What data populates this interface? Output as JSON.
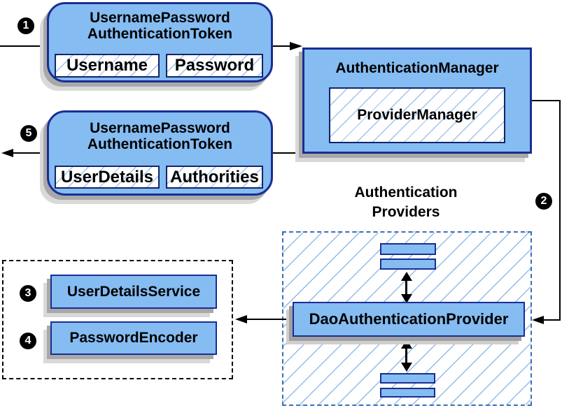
{
  "colors": {
    "node_fill": "#85bcf2",
    "node_border": "#1a2d93",
    "inner_box_border": "#14246b",
    "hatch_line": "#8cb9eb",
    "providers_region_border": "#3c6fb4",
    "services_region_border": "#000000",
    "connector": "#000000",
    "shadow_dark": "#a8a8a8",
    "shadow_light": "#d9d9d9",
    "step_badge_bg": "#000000",
    "step_badge_text": "#ffffff"
  },
  "steps": {
    "one": "1",
    "two": "2",
    "three": "3",
    "four": "4",
    "five": "5"
  },
  "nodes": {
    "request_token": {
      "title_line1": "UsernamePassword",
      "title_line2": "AuthenticationToken",
      "field1": "Username",
      "field2": "Password"
    },
    "result_token": {
      "title_line1": "UsernamePassword",
      "title_line2": "AuthenticationToken",
      "field1": "UserDetails",
      "field2": "Authorities"
    },
    "authentication_manager": {
      "title": "AuthenticationManager",
      "inner": "ProviderManager"
    },
    "providers_group": {
      "label_line1": "Authentication",
      "label_line2": "Providers"
    },
    "dao_authentication_provider": {
      "title": "DaoAuthenticationProvider"
    },
    "user_details_service": {
      "title": "UserDetailsService"
    },
    "password_encoder": {
      "title": "PasswordEncoder"
    }
  }
}
